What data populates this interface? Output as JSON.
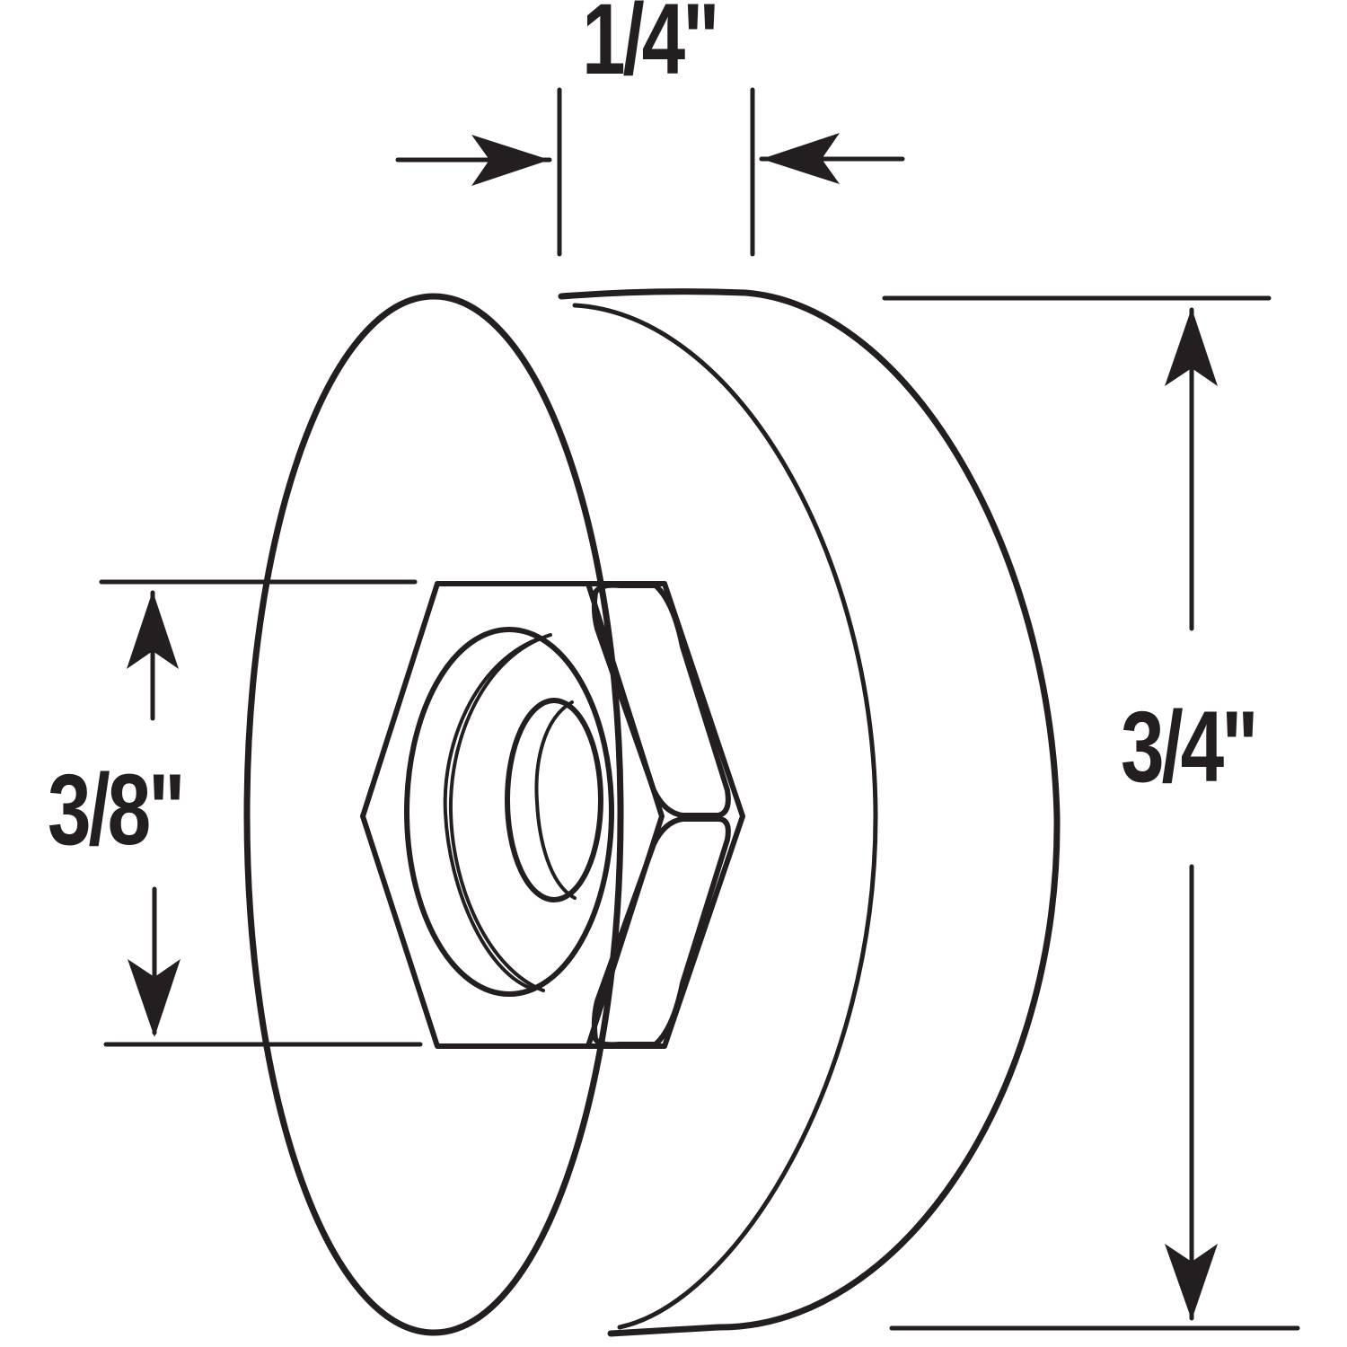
{
  "diagram": {
    "subject": "wheel-with-hex-nut",
    "colors": {
      "stroke": "#231f20",
      "background": "#ffffff"
    },
    "dimensions": {
      "width_label": "1/4\"",
      "height_label": "3/4\"",
      "nut_label": "3/8\""
    }
  }
}
